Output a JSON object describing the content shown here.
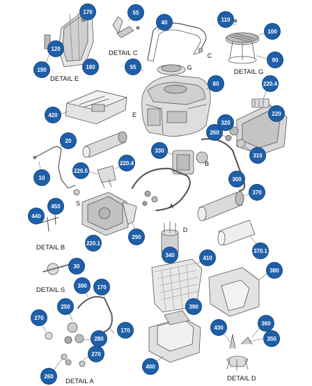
{
  "detail_labels": {
    "e": "DETAIL E",
    "c": "DETAIL C",
    "g": "DETAIL G",
    "b": "DETAIL B",
    "s": "DETAIL S",
    "a": "DETAIL A",
    "d": "DETAIL D"
  },
  "callout_letters": {
    "c": "C",
    "g": "G",
    "e": "E",
    "b": "B",
    "s": "S",
    "a": "A",
    "d": "D"
  },
  "part_numbers": [
    "170",
    "120",
    "190",
    "180",
    "55",
    "40",
    "110",
    "100",
    "90",
    "55",
    "80",
    "420",
    "220.4",
    "220",
    "20",
    "10",
    "330",
    "260",
    "320",
    "310",
    "300",
    "220.5",
    "220.4",
    "370",
    "450",
    "440",
    "220.1",
    "290",
    "340",
    "370.1",
    "410",
    "380",
    "30",
    "300",
    "170",
    "250",
    "280",
    "170",
    "270",
    "270",
    "390",
    "430",
    "360",
    "350",
    "400",
    "260"
  ],
  "colors": {
    "badge_fill": "#1e5fa8",
    "line_art": "#555555",
    "body_gray": "#d8d8d8"
  }
}
